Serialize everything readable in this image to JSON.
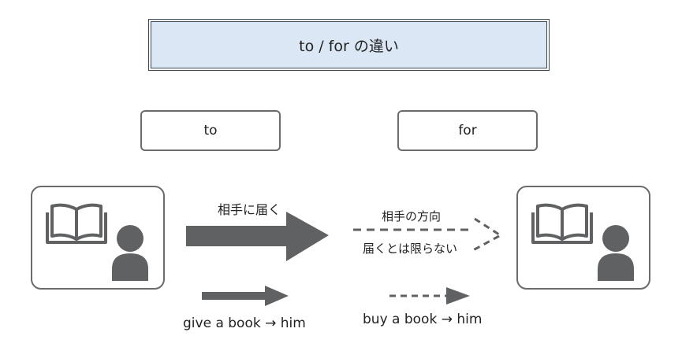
{
  "title": "to / for の違い",
  "left": {
    "label": "to",
    "arrow_label": "相手に届く",
    "example": "give a book → him",
    "icons": [
      "book-icon",
      "person-icon"
    ]
  },
  "right": {
    "label": "for",
    "arrow_label_top": "相手の方向",
    "arrow_label_bottom": "届くとは限らない",
    "example": "buy a book → him",
    "icons": [
      "book-icon",
      "person-icon"
    ]
  },
  "colors": {
    "arrow": "#5f6163",
    "title_fill": "#dbe7f4",
    "box_border": "#6b6b6b"
  }
}
